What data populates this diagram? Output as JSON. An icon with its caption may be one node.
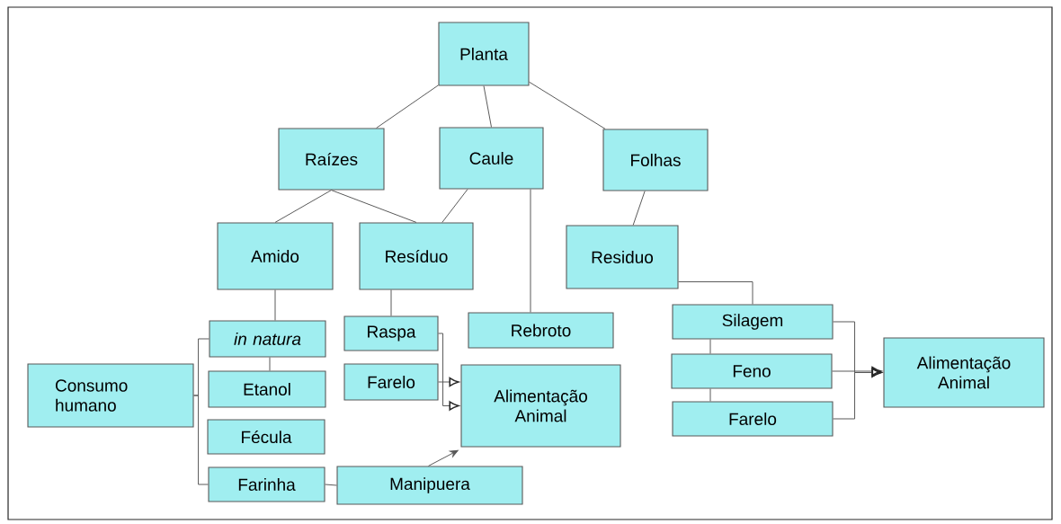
{
  "diagram": {
    "nodes": [
      {
        "text": [
          "Planta"
        ]
      },
      {
        "text": [
          "Raízes"
        ]
      },
      {
        "text": [
          "Caule"
        ]
      },
      {
        "text": [
          "Folhas"
        ]
      },
      {
        "text": [
          "Amido"
        ]
      },
      {
        "text": [
          "Resíduo"
        ]
      },
      {
        "text": [
          "Residuo"
        ]
      },
      {
        "text": [
          "in natura"
        ]
      },
      {
        "text": [
          "Raspa"
        ]
      },
      {
        "text": [
          "Rebroto"
        ]
      },
      {
        "text": [
          "Consumo humano"
        ]
      },
      {
        "text": [
          "Etanol"
        ]
      },
      {
        "text": [
          "Farelo"
        ]
      },
      {
        "text": [
          "Alimentação Animal"
        ]
      },
      {
        "text": [
          "Silagem"
        ]
      },
      {
        "text": [
          "Feno"
        ]
      },
      {
        "text": [
          "Farelo"
        ]
      },
      {
        "text": [
          "Alimentação Animal"
        ]
      },
      {
        "text": [
          "Fécula"
        ]
      },
      {
        "text": [
          "Farinha"
        ]
      },
      {
        "text": [
          "Manipuera"
        ]
      }
    ],
    "edges": [
      {
        "from": 0,
        "to": 1,
        "arrow": "none"
      },
      {
        "from": 0,
        "to": 2,
        "arrow": "none"
      },
      {
        "from": 0,
        "to": 3,
        "arrow": "none"
      },
      {
        "from": 1,
        "to": 4,
        "arrow": "none"
      },
      {
        "from": 1,
        "to": 5,
        "arrow": "none"
      },
      {
        "from": 2,
        "to": 5,
        "arrow": "none"
      },
      {
        "from": 2,
        "to": 9,
        "arrow": "none"
      },
      {
        "from": 3,
        "to": 6,
        "arrow": "none"
      },
      {
        "from": 4,
        "to": 7,
        "arrow": "none"
      },
      {
        "from": 5,
        "to": 8,
        "arrow": "none"
      },
      {
        "from": 6,
        "to": 14,
        "arrow": "none"
      },
      {
        "from": 7,
        "to": 11,
        "arrow": "none"
      },
      {
        "from": 10,
        "to": 7,
        "arrow": "none"
      },
      {
        "from": 10,
        "to": 19,
        "arrow": "none"
      },
      {
        "from": 19,
        "to": 20,
        "arrow": "none"
      },
      {
        "from": 8,
        "to": 13,
        "arrow": "to"
      },
      {
        "from": 12,
        "to": 13,
        "arrow": "to"
      },
      {
        "from": 20,
        "to": 13,
        "arrow": "to"
      },
      {
        "from": 14,
        "to": 15,
        "arrow": "none"
      },
      {
        "from": 15,
        "to": 16,
        "arrow": "none"
      },
      {
        "from": 14,
        "to": 17,
        "arrow": "to"
      },
      {
        "from": 15,
        "to": 17,
        "arrow": "to"
      },
      {
        "from": 16,
        "to": 17,
        "arrow": "to"
      }
    ]
  }
}
